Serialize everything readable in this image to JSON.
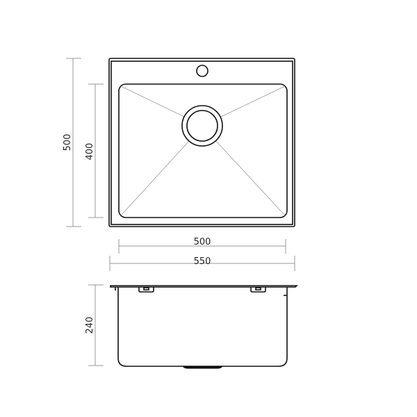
{
  "drawing": {
    "subject": "Single bowl kitchen sink technical drawing",
    "units": "mm",
    "stroke_color": "#111111",
    "dimension_color": "#999999"
  },
  "top_view": {
    "overall_height_label": "500",
    "bowl_height_label": "400",
    "bowl_width_label": "500",
    "overall_width_label": "550"
  },
  "side_view": {
    "depth_label": "240"
  }
}
